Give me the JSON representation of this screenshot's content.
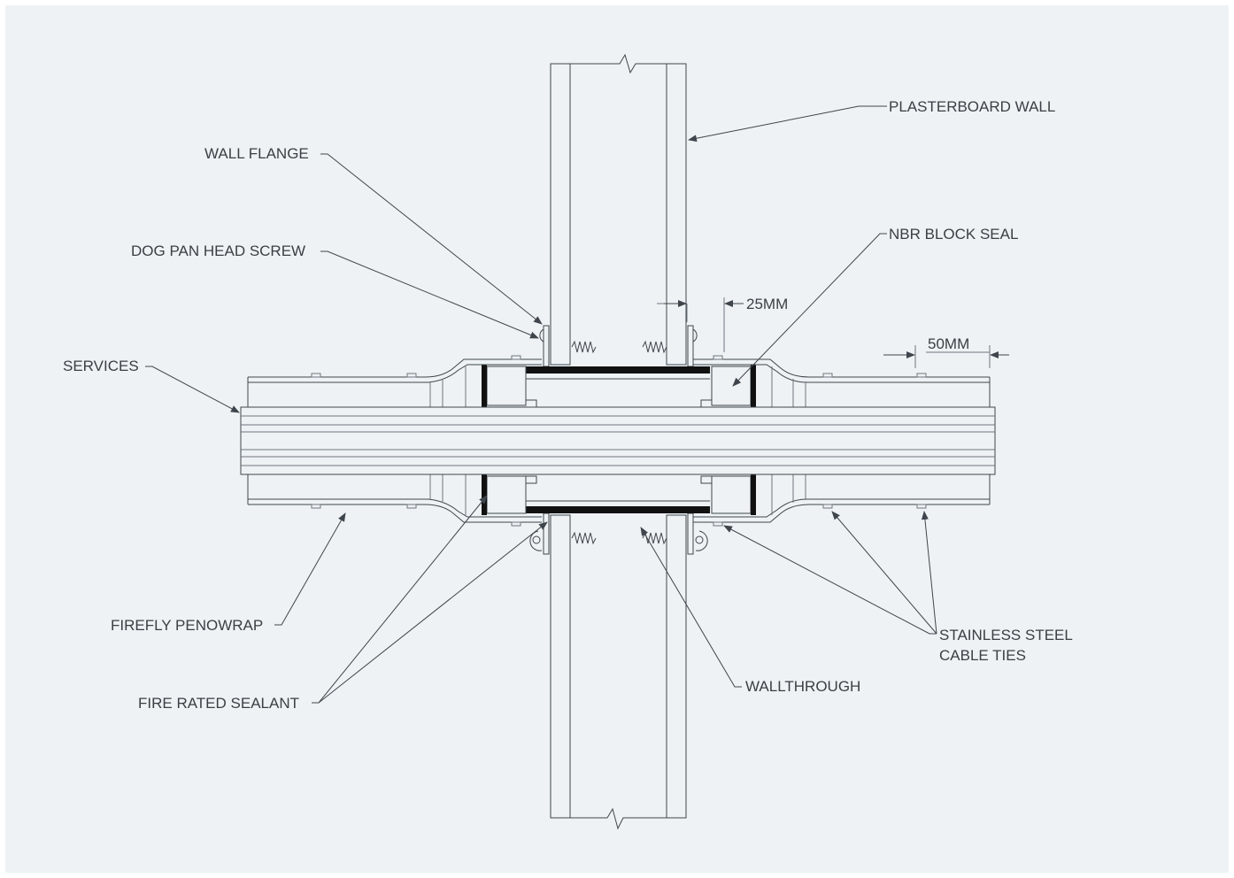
{
  "labels": {
    "plasterboard_wall": "PLASTERBOARD WALL",
    "wall_flange": "WALL FLANGE",
    "dog_pan_head_screw": "DOG PAN HEAD SCREW",
    "nbr_block_seal": "NBR BLOCK SEAL",
    "dim_25": "25MM",
    "dim_50": "50MM",
    "services": "SERVICES",
    "firefly_penowrap": "FIREFLY PENOWRAP",
    "fire_rated_sealant": "FIRE RATED SEALANT",
    "wallthrough": "WALLTHROUGH",
    "stainless_steel_line1": "STAINLESS STEEL",
    "stainless_steel_line2": "CABLE TIES"
  },
  "colors": {
    "background": "#eef2f5",
    "line": "#3f454c",
    "seal_fill": "#c8ccd0",
    "black_band": "#111111"
  }
}
